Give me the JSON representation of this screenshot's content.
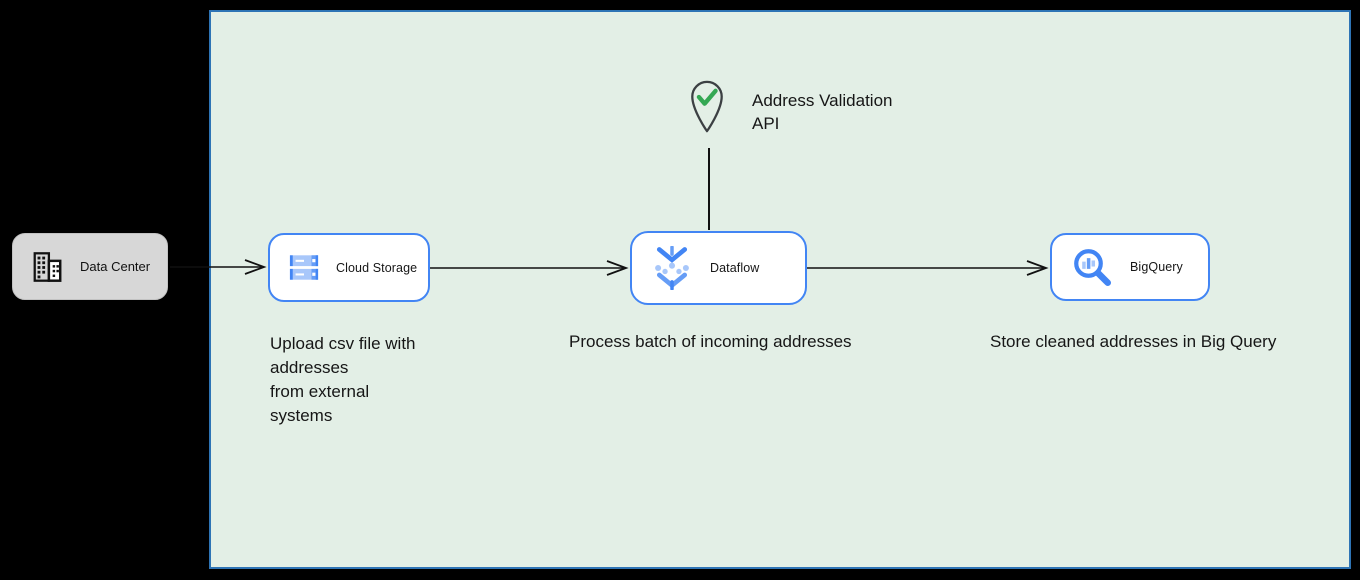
{
  "diagram": {
    "kind": "cloud-architecture-flow",
    "zone": {
      "shape": "rectangle",
      "fill": "#e3efe6",
      "border": "#2e74b5"
    }
  },
  "colors": {
    "canvas_bg": "#000000",
    "zone_bg": "#e3efe6",
    "zone_border": "#2e74b5",
    "node_border": "#4285f4",
    "node_bg": "#ffffff",
    "datacenter_bg": "#d7d7d7",
    "text": "#161616",
    "connector": "#111111",
    "check_green": "#34a853",
    "pin_stroke": "#3c4043",
    "icon_blue_dark": "#4285f4",
    "icon_blue_mid": "#669df6",
    "icon_blue_light": "#a8c7fa"
  },
  "nodes": {
    "data_center": {
      "label": "Data Center",
      "icon": "building-icon"
    },
    "cloud_storage": {
      "label": "Cloud Storage",
      "icon": "cloud-storage-icon",
      "description": "Upload csv file with\naddresses\nfrom external\nsystems"
    },
    "dataflow": {
      "label": "Dataflow",
      "icon": "dataflow-icon",
      "description": "Process batch of incoming addresses"
    },
    "bigquery": {
      "label": "BigQuery",
      "icon": "bigquery-icon",
      "description": "Store cleaned addresses in Big Query"
    }
  },
  "annotation": {
    "label": "Address Validation\nAPI",
    "icon": "map-pin-check-icon"
  },
  "connectors": [
    {
      "from": "data-center",
      "to": "cloud-storage",
      "style": "open-arrow"
    },
    {
      "from": "cloud-storage",
      "to": "dataflow",
      "style": "open-arrow"
    },
    {
      "from": "dataflow",
      "to": "bigquery",
      "style": "open-arrow"
    },
    {
      "from": "address-validation-api",
      "to": "dataflow",
      "style": "plain-line"
    }
  ]
}
